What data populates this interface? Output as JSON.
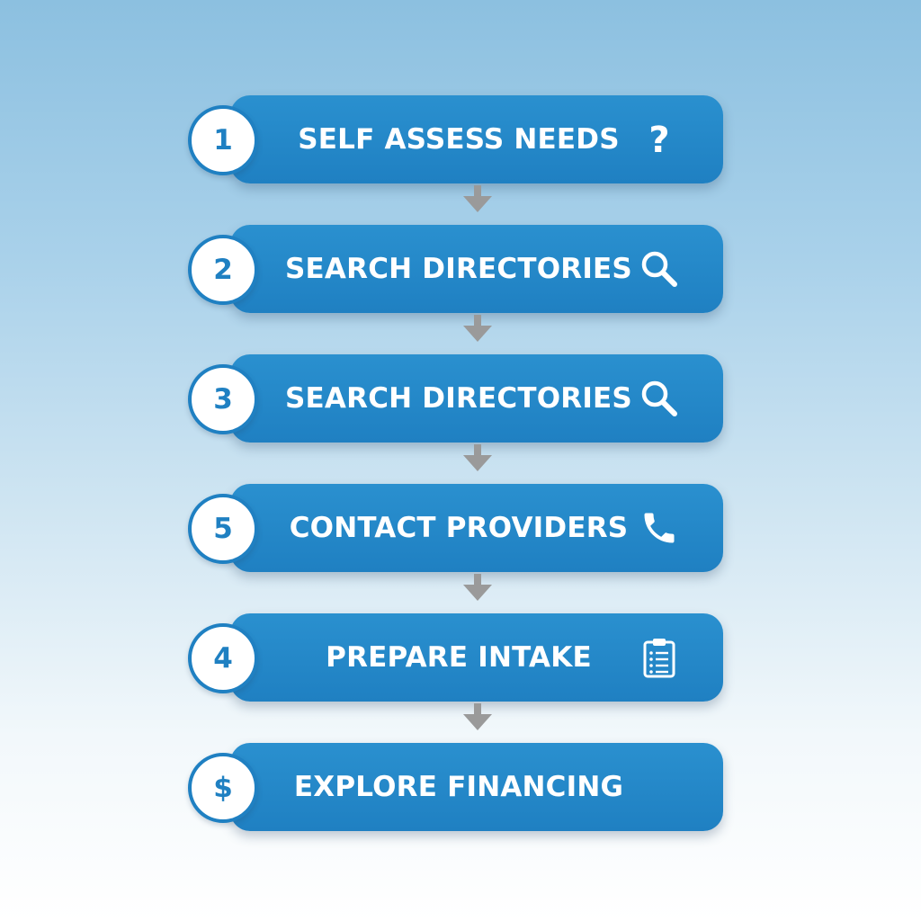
{
  "steps": [
    {
      "number": "1",
      "label": "SELF ASSESS NEEDS",
      "icon": "question-icon"
    },
    {
      "number": "2",
      "label": "SEARCH DIRECTORIES",
      "icon": "search-icon"
    },
    {
      "number": "3",
      "label": "SEARCH DIRECTORIES",
      "icon": "search-icon"
    },
    {
      "number": "5",
      "label": "CONTACT PROVIDERS",
      "icon": "phone-icon"
    },
    {
      "number": "4",
      "label": "PREPARE INTAKE",
      "icon": "clipboard-icon"
    },
    {
      "number": "$",
      "label": "EXPLORE FINANCING",
      "icon": ""
    }
  ],
  "colors": {
    "step_fill": "#1f80c2",
    "badge_fill": "#ffffff",
    "text": "#ffffff",
    "arrow": "#9a9a9a"
  }
}
